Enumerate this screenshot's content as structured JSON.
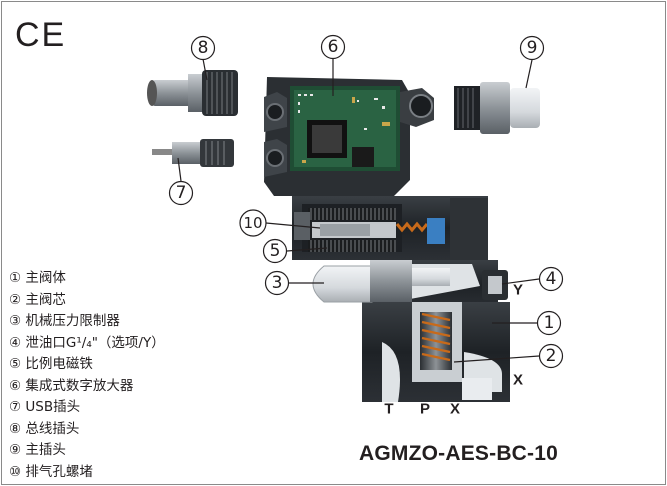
{
  "mark": "CE",
  "model": "AGMZO-AES-BC-10",
  "callouts": [
    "8",
    "6",
    "9",
    "7",
    "10",
    "5",
    "3",
    "4",
    "1",
    "2"
  ],
  "ports": {
    "y_top": "Y",
    "x_right": "X",
    "t": "T",
    "p": "P",
    "x_bottom": "X"
  },
  "legend": [
    "① 主阀体",
    "② 主阀芯",
    "③ 机械压力限制器",
    "④ 泄油口G¹/₄\"（选项/Y）",
    "⑤ 比例电磁铁",
    "⑥ 集成式数字放大器",
    "⑦ USB插头",
    "⑧ 总线插头",
    "⑨ 主插头",
    "⑩ 排气孔螺堵"
  ]
}
